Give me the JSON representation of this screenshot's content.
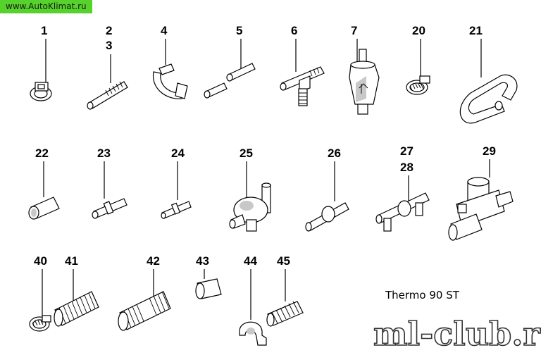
{
  "watermark_top": "www.AutoKlimat.ru",
  "watermark_bottom": "ml-club.ru",
  "caption": "Thermo 90 ST",
  "labels": {
    "l1": "1",
    "l2": "2",
    "l3": "3",
    "l4": "4",
    "l5": "5",
    "l6": "6",
    "l7": "7",
    "l20": "20",
    "l21": "21",
    "l22": "22",
    "l23": "23",
    "l24": "24",
    "l25": "25",
    "l26": "26",
    "l27": "27",
    "l28": "28",
    "l29": "29",
    "l40": "40",
    "l41": "41",
    "l42": "42",
    "l43": "43",
    "l44": "44",
    "l45": "45"
  }
}
